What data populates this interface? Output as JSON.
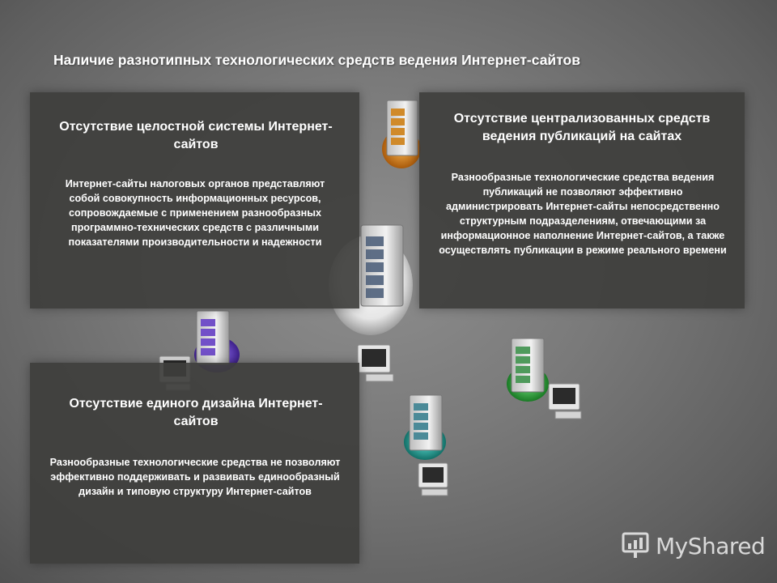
{
  "title": "Наличие разнотипных технологических средств ведения Интернет-сайтов",
  "panels": [
    {
      "heading": "Отсутствие целостной системы Интернет-сайтов",
      "text": "Интернет-сайты налоговых органов представляют собой совокупность информационных ресурсов, сопровождаемые с применением разнообразных программно-технических средств с различными показателями производительности и надежности"
    },
    {
      "heading": "Отсутствие централизованных средств ведения публикаций на сайтах",
      "text": "Разнообразные технологические средства ведения публикаций не позволяют эффективно администрировать Интернет-сайты непосредственно структурным подразделениям, отвечающими за информационное наполнение Интернет-сайтов, а также осуществлять публикации в режиме реального времени"
    },
    {
      "heading": "Отсутствие единого дизайна Интернет-сайтов",
      "text": "Разнообразные технологические средства не позволяют эффективно поддерживать и развивать единообразный дизайн и типовую структуру Интернет-сайтов"
    }
  ],
  "logo": {
    "text": "MyShared"
  },
  "colors": {
    "panel_bg": "#3e3e3c",
    "server_orange": "#e08a1e",
    "server_purple": "#6a3fc8",
    "server_green": "#2fae3c",
    "server_teal": "#22a39a",
    "server_blue": "#2f6ab8",
    "server_silver": "#d8d8d8"
  }
}
